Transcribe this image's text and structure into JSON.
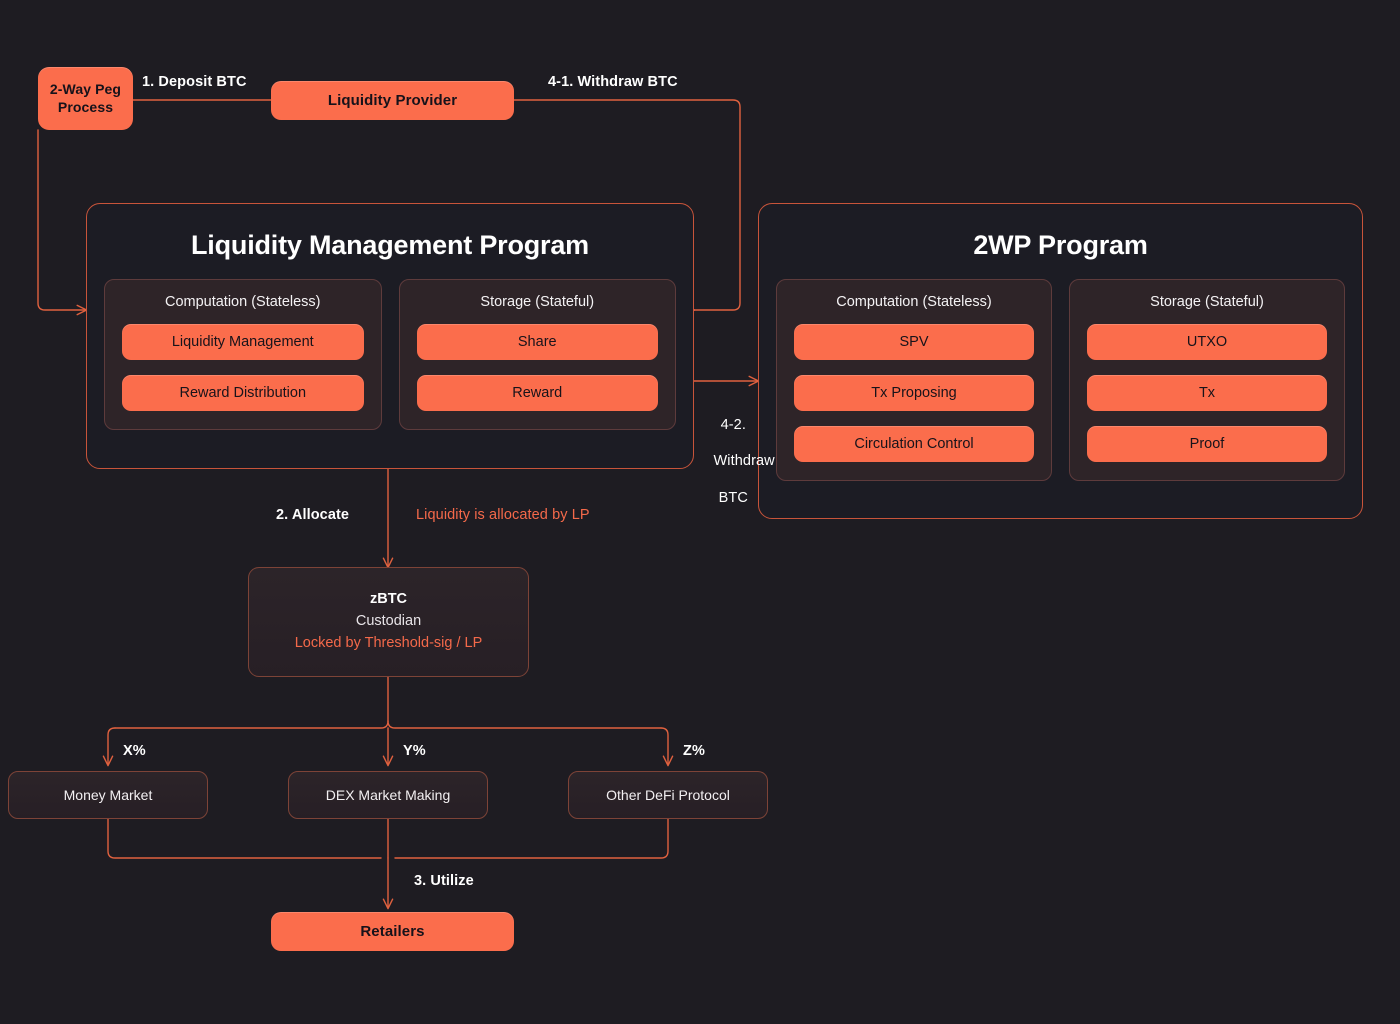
{
  "theme": {
    "background": "#1e1c22",
    "accent": "#fb6d4c",
    "edge": "#e0613f",
    "panel_bg": "#1c1c24",
    "panel_border": "#c8543a",
    "subpanel_bg": "#2e2428",
    "subpanel_border": "#5e3b3c",
    "text": "#ffffff",
    "text_on_accent": "#16121a"
  },
  "nodes": {
    "two_way_peg": {
      "label": "2-Way Peg\nProcess",
      "line1": "2-Way Peg",
      "line2": "Process"
    },
    "liquidity_provider": {
      "label": "Liquidity Provider"
    },
    "zbtc_custodian": {
      "line1": "zBTC",
      "line2": "Custodian",
      "line3": "Locked by Threshold-sig / LP"
    },
    "money_market": {
      "label": "Money Market"
    },
    "dex_market_making": {
      "label": "DEX Market Making"
    },
    "other_defi": {
      "label": "Other DeFi Protocol"
    },
    "retailers": {
      "label": "Retailers"
    }
  },
  "panels": [
    {
      "id": "lmp",
      "title": "Liquidity Management Program",
      "columns": [
        {
          "title": "Computation (Stateless)",
          "items": [
            "Liquidity Management",
            "Reward Distribution"
          ]
        },
        {
          "title": "Storage (Stateful)",
          "items": [
            "Share",
            "Reward"
          ]
        }
      ]
    },
    {
      "id": "twp",
      "title": "2WP Program",
      "columns": [
        {
          "title": "Computation (Stateless)",
          "items": [
            "SPV",
            "Tx Proposing",
            "Circulation Control"
          ]
        },
        {
          "title": "Storage (Stateful)",
          "items": [
            "UTXO",
            "Tx",
            "Proof"
          ]
        }
      ]
    }
  ],
  "edge_labels": {
    "deposit_btc": "1. Deposit BTC",
    "withdraw_btc_1": "4-1. Withdraw BTC",
    "withdraw_btc_2_l1": "4-2.",
    "withdraw_btc_2_l2": "Withdraw",
    "withdraw_btc_2_l3": "BTC",
    "allocate": "2. Allocate",
    "allocated_by_lp": "Liquidity is allocated by LP",
    "pct_x": "X%",
    "pct_y": "Y%",
    "pct_z": "Z%",
    "utilize": "3. Utilize"
  }
}
